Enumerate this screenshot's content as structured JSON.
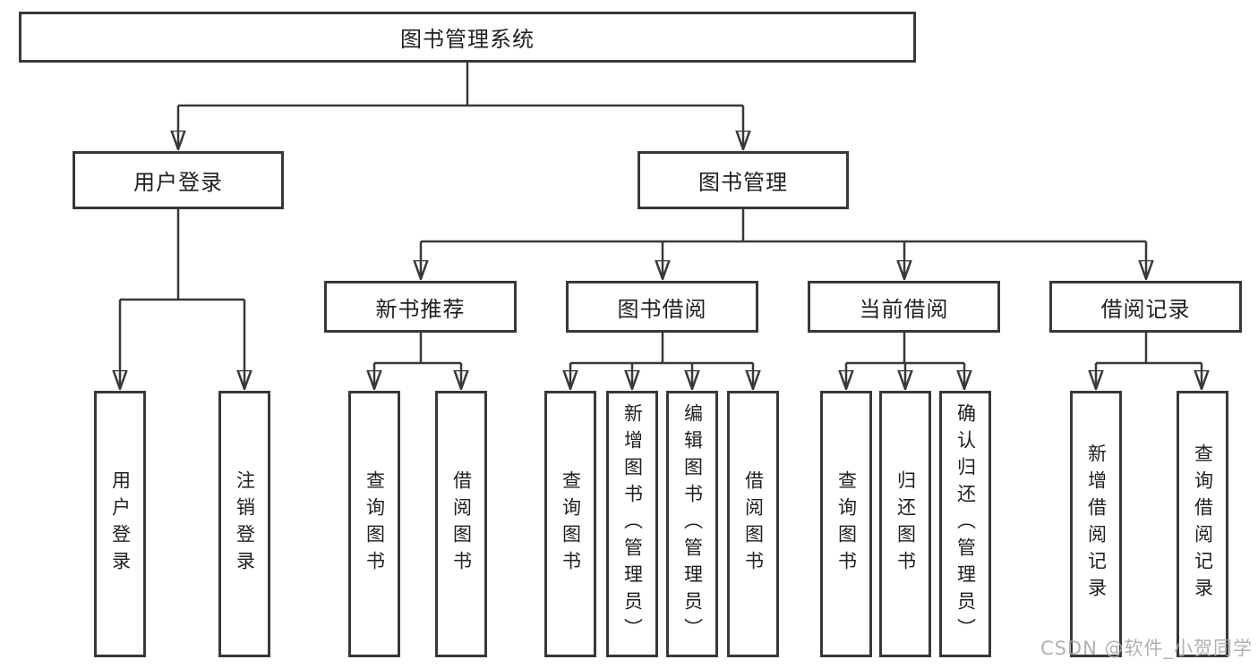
{
  "tree": {
    "label": "图书管理系统",
    "children": [
      {
        "label": "用户登录",
        "children": [
          {
            "label": "用户登录"
          },
          {
            "label": "注销登录"
          }
        ]
      },
      {
        "label": "图书管理",
        "children": [
          {
            "label": "新书推荐",
            "children": [
              {
                "label": "查询图书"
              },
              {
                "label": "借阅图书"
              }
            ]
          },
          {
            "label": "图书借阅",
            "children": [
              {
                "label": "查询图书"
              },
              {
                "label": "新增图书（管理员）"
              },
              {
                "label": "编辑图书（管理员）"
              },
              {
                "label": "借阅图书"
              }
            ]
          },
          {
            "label": "当前借阅",
            "children": [
              {
                "label": "查询图书"
              },
              {
                "label": "归还图书"
              },
              {
                "label": "确认归还（管理员）"
              }
            ]
          },
          {
            "label": "借阅记录",
            "children": [
              {
                "label": "新增借阅记录"
              },
              {
                "label": "查询借阅记录"
              }
            ]
          }
        ]
      }
    ]
  },
  "watermark": "CSDN @软件_小贺同学",
  "colors": {
    "line": "#383838",
    "box_border": "#383838",
    "text": "#1f1f1f",
    "watermark": "#a8a8a8",
    "background": "#ffffff"
  }
}
